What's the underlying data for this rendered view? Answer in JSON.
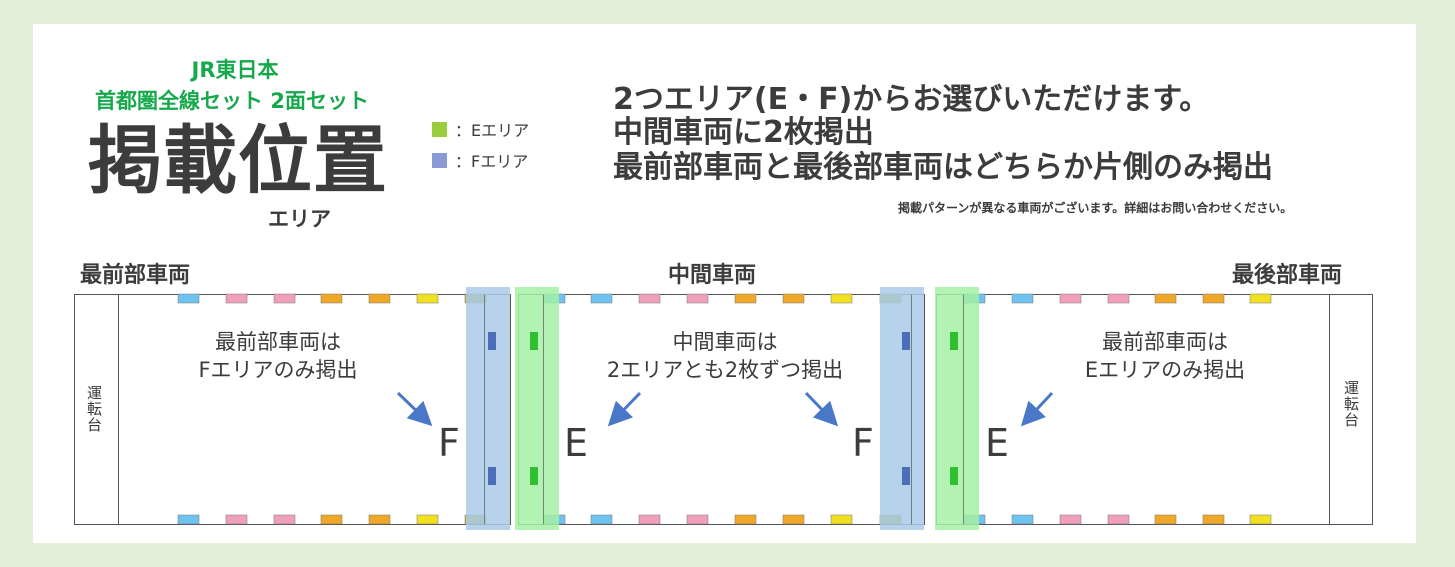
{
  "title": {
    "line1": "JR東日本",
    "line2": "首都圏全線セット 2面セット",
    "main": "掲載位置",
    "sub": "エリア"
  },
  "legend": [
    {
      "label": "：Eエリア",
      "color": "#9acd3c"
    },
    {
      "label": "：Fエリア",
      "color": "#8a9bd4"
    }
  ],
  "headline": {
    "line1": "2つエリア(E・F)からお選びいただけます。",
    "line2": "中間車両に2枚掲出",
    "line3": "最前部車両と最後部車両はどちらか片側のみ掲出",
    "note": "掲載パターンが異なる車両がございます。詳細はお問い合わせください。"
  },
  "cars": {
    "front": {
      "label": "最前部車両",
      "text1": "最前部車両は",
      "text2": "Fエリアのみ掲出",
      "cab": "運転台",
      "area": "F"
    },
    "middle": {
      "label": "中間車両",
      "text1": "中間車両は",
      "text2": "2エリアとも2枚ずつ掲出",
      "area_left": "E",
      "area_right": "F"
    },
    "rear": {
      "label": "最後部車両",
      "text1": "最前部車両は",
      "text2": "Eエリアのみ掲出",
      "cab": "運転台",
      "area": "E"
    }
  },
  "colors": {
    "e_area": "#a4f0a4",
    "f_area": "#a9cbe8",
    "e_marker": "#2fbf2f",
    "f_marker": "#4a6fb8",
    "arrow": "#4a78c8",
    "car_outline": "#555555",
    "window_palette": [
      "#6ec3f0",
      "#f0a0b8",
      "#f0a0b8",
      "#f0a828",
      "#f0a828",
      "#f0e020",
      "#b8b030"
    ]
  }
}
